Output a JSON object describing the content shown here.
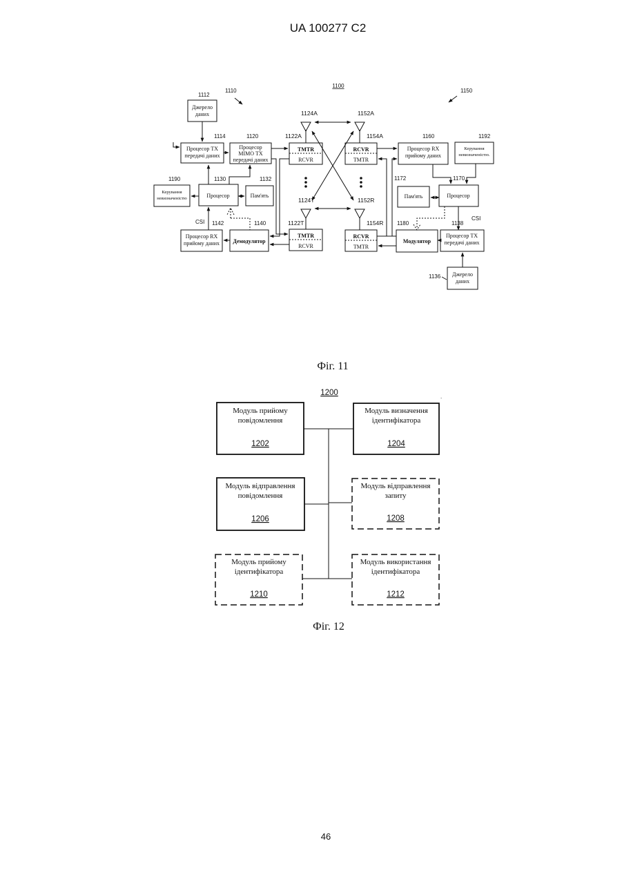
{
  "header": "UA   100277   C2",
  "page_number": "46",
  "fig11": {
    "caption": "Фіг. 11",
    "system_ref": "1100",
    "tx_system_ref": "1110",
    "rx_system_ref": "1150",
    "source_left": {
      "lines": [
        "Джерело",
        "даних"
      ],
      "ref": "1112"
    },
    "tx_proc_left": {
      "lines": [
        "Процесор TX",
        "передачі даних"
      ],
      "ref": "1114"
    },
    "mimo_proc": {
      "lines": [
        "Процесор",
        "МІМО TX",
        "передачі даних"
      ],
      "ref": "1120"
    },
    "proc_left": {
      "label": "Процесор",
      "ref": "1130"
    },
    "mem_left": {
      "label": "Пам'ять",
      "ref": "1132"
    },
    "unc_left": {
      "lines": [
        "Керування",
        "невизначеністю"
      ],
      "ref": "1190"
    },
    "rx_proc_left": {
      "lines": [
        "Процесор RX",
        "прийому даних"
      ],
      "ref": "1142"
    },
    "demod": {
      "label": "Демодулятор",
      "ref": "1140"
    },
    "csi": "CSI",
    "tmtr": "TMTR",
    "rcvr": "RCVR",
    "ant_1122a": "1122A",
    "ant_1122t": "1122T",
    "ant_1124a": "1124A",
    "ant_1124t": "1124T",
    "ant_1152a": "1152A",
    "ant_1152r": "1152R",
    "ant_1154a": "1154A",
    "ant_1154r": "1154R",
    "rx_proc_right": {
      "lines": [
        "Процесор RX",
        "прийому даних"
      ],
      "ref": "1160"
    },
    "unc_right": {
      "lines": [
        "Керування",
        "невизначеністю."
      ],
      "ref": "1192"
    },
    "proc_right": {
      "label": "Процесор",
      "ref": "1170"
    },
    "mem_right": {
      "label": "Пам'ять",
      "ref": "1172"
    },
    "mod": {
      "label": "Модулятор",
      "ref": "1180"
    },
    "tx_proc_right": {
      "lines": [
        "Процесор TX",
        "передачі даних"
      ],
      "ref": "1138"
    },
    "source_right": {
      "lines": [
        "Джерело",
        "даних"
      ],
      "ref": "1136"
    }
  },
  "fig12": {
    "caption": "Фіг. 12",
    "ref": "1200",
    "modules": [
      {
        "lines": [
          "Модуль прийому",
          "повідомлення"
        ],
        "ref": "1202",
        "style": "solid"
      },
      {
        "lines": [
          "Модуль визначення",
          "ідентифікатора"
        ],
        "ref": "1204",
        "style": "solid"
      },
      {
        "lines": [
          "Модуль відправлення",
          "повідомлення"
        ],
        "ref": "1206",
        "style": "solid"
      },
      {
        "lines": [
          "Модуль відправлення",
          "запиту"
        ],
        "ref": "1208",
        "style": "dashed"
      },
      {
        "lines": [
          "Модуль прийому",
          "ідентифікатора"
        ],
        "ref": "1210",
        "style": "dashed"
      },
      {
        "lines": [
          "Модуль використання",
          "ідентифікатора"
        ],
        "ref": "1212",
        "style": "dashed"
      }
    ]
  }
}
